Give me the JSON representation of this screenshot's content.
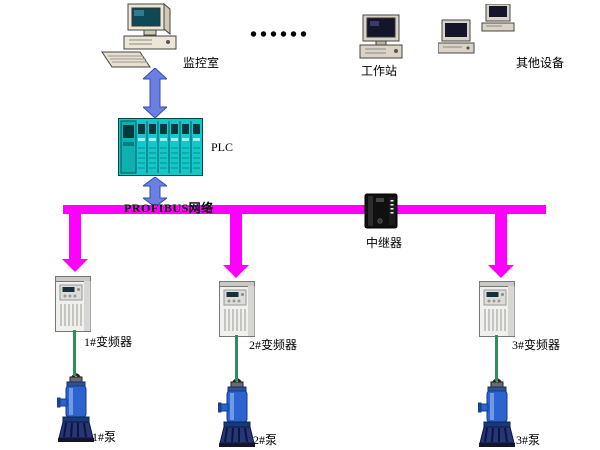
{
  "colors": {
    "bus_magenta": "#ff00ff",
    "arrow_blue": "#6b7fe3",
    "plc_teal": "#12c9c9",
    "pump_blue": "#2c63cf",
    "cable_green": "#2f8f5b"
  },
  "supervisory": {
    "monitor_room_label": "监控室",
    "dots": "••••••",
    "workstation_label": "工作站",
    "other_devices_label": "其他设备"
  },
  "plc": {
    "label": "PLC"
  },
  "network": {
    "bus_label": "PROFIBUS网络",
    "repeater_label": "中继器"
  },
  "inverters": [
    {
      "label": "1#变频器"
    },
    {
      "label": "2#变频器"
    },
    {
      "label": "3#变频器"
    }
  ],
  "pumps": [
    {
      "label": "1#泵"
    },
    {
      "label": "2#泵"
    },
    {
      "label": "3#泵"
    }
  ]
}
